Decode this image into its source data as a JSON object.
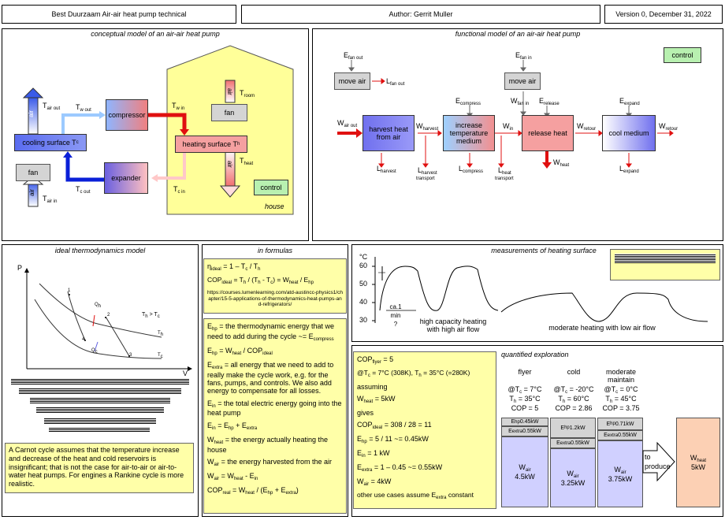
{
  "header": {
    "left": "Best Duurzaam    Air-air heat pump technical",
    "author": "Author: Gerrit Muller",
    "version": "Version 0, December 31, 2022"
  },
  "conceptual": {
    "title": "conceptual model of an air-air heat pump",
    "cooling_surface": "cooling surface T",
    "cooling_sub": "c",
    "compressor": "compressor",
    "expander": "expander",
    "heating_surface": "heating surface T",
    "heating_sub": "h",
    "fan": "fan",
    "fan2": "fan",
    "air": "air",
    "control": "control",
    "house": "house",
    "t_air_out": "T",
    "t_air_out_sub": "air out",
    "t_w_out": "T",
    "t_w_out_sub": "w out",
    "t_w_in": "T",
    "t_w_in_sub": "w in",
    "t_room": "T",
    "t_room_sub": "room",
    "t_heat": "T",
    "t_heat_sub": "heat",
    "t_c_out": "T",
    "t_c_out_sub": "c out",
    "t_c_in": "T",
    "t_c_in_sub": "c in",
    "t_air_in": "T",
    "t_air_in_sub": "air in"
  },
  "functional": {
    "title": "functional model of an air-air heat pump",
    "control": "control",
    "move_air1": "move air",
    "move_air2": "move air",
    "harvest": "harvest heat from air",
    "increase": "increase temperature medium",
    "release": "release heat",
    "cool": "cool medium",
    "e_fan_out": "E",
    "e_fan_out_sub": "fan out",
    "e_fan_in": "E",
    "e_fan_in_sub": "fan in",
    "l_fan_out": "L",
    "l_fan_out_sub": "fan out",
    "w_fan_in": "W",
    "w_fan_in_sub": "fan in",
    "e_compress": "E",
    "e_compress_sub": "compress",
    "e_release": "E",
    "e_release_sub": "release",
    "e_expand": "E",
    "e_expand_sub": "expand",
    "w_air_out": "W",
    "w_air_out_sub": "air out",
    "w_harvest": "W",
    "w_harvest_sub": "harvest",
    "w_in": "W",
    "w_in_sub": "in",
    "w_retour": "W",
    "w_retour_sub": "retour",
    "w_retour2": "W",
    "w_retour2_sub": "retour",
    "w_heat": "W",
    "w_heat_sub": "heat",
    "l_harvest": "L",
    "l_harvest_sub": "harvest",
    "l_harvest_transport": "L",
    "l_harvest_transport_sub": "harvest",
    "transport1": "transport",
    "l_compress": "L",
    "l_compress_sub": "compress",
    "l_heat": "L",
    "l_heat_sub": "heat",
    "transport2": "transport",
    "l_expand": "L",
    "l_expand_sub": "expand"
  },
  "ideal": {
    "title": "ideal thermodynamics model",
    "p": "P",
    "v": "V",
    "th_tc": "T",
    "th_tc_rest": " > T",
    "th_tc_h": "h",
    "th_tc_c": "c",
    "th": "T",
    "th_sub": "h",
    "tc": "T",
    "tc_sub": "c",
    "qh": "Q",
    "qh_sub": "h",
    "qc": "Q",
    "qc_sub": "c",
    "n1": "1",
    "n2": "2",
    "n3": "3",
    "n4": "4",
    "note": "A Carnot cycle assumes that the temperature increase and decrease of the heat and cold reservoirs is insignificant; that is not the case for air-to-air or air-to-water heat pumps. For engines a Rankine cycle is more realistic."
  },
  "formulas": {
    "title": "in formulas",
    "eta": "η",
    "eta_sub": "ideal",
    "eta_rest": " = 1 – T",
    "eta_c": "c",
    "eta_rest2": " / T",
    "eta_h": "h",
    "cop_ideal": "COP",
    "cop_ideal_sub": "ideal",
    "cop_ideal_rest": " = T",
    "cop_h": "h",
    "cop_rest2": " / (T",
    "cop_h2": "h",
    "cop_rest3": " - T",
    "cop_c": "c",
    "cop_rest4": ") = W",
    "cop_heat": "heat",
    "cop_rest5": " / E",
    "cop_hp": "hp",
    "url": "https://courses.lumenlearning.com/atd-austincc-physics1/chapter/15-5-applications-of-thermodynamics-heat-pumps-and-refrigerators/",
    "ehp_def": "E",
    "ehp_def_sub": "hp",
    "ehp_def_rest": " = the thermodynamic energy that we need to add during the cycle ~= E",
    "ehp_def_sub2": "compress",
    "ehp_eq": "E",
    "ehp_eq_sub": "hp",
    "ehp_eq_rest": " = W",
    "ehp_eq_sub2": "heat",
    "ehp_eq_rest2": " / COP",
    "ehp_eq_sub3": "ideal",
    "eextra_def": "E",
    "eextra_def_sub": "extra",
    "eextra_def_rest": " =  all energy that we need to add to really make the cycle work, e.g. for the fans, pumps, and controls. We also add energy to compensate for all losses.",
    "ein_def": "E",
    "ein_def_sub": "in",
    "ein_def_rest": " = the total electric energy going into the heat pump",
    "ein_eq": "E",
    "ein_eq_sub": "in",
    "ein_eq_rest": " = E",
    "ein_eq_sub2": "hp",
    "ein_eq_rest2": " + E",
    "ein_eq_sub3": "extra",
    "wheat_def": "W",
    "wheat_def_sub": "heat",
    "wheat_def_rest": " = the energy actually heating the house",
    "wair_def": "W",
    "wair_def_sub": "air",
    "wair_def_rest": " = the energy harvested from the air",
    "wair_eq": "W",
    "wair_eq_sub": "air",
    "wair_eq_rest": " = W",
    "wair_eq_sub2": "heat",
    "wair_eq_rest2": " - E",
    "wair_eq_sub3": "in",
    "copreal": "COP",
    "copreal_sub": "real",
    "copreal_rest": " = W",
    "copreal_sub2": "heat",
    "copreal_rest2": " / (E",
    "copreal_sub3": "hp",
    "copreal_rest3": " + E",
    "copreal_sub4": "extra",
    "copreal_rest4": ")"
  },
  "measurements": {
    "title": "measurements of heating surface",
    "unit": "°C",
    "y60": "60",
    "y50": "50",
    "y40": "40",
    "y30": "30",
    "ca1": "ca.1",
    "min": "min",
    "q": "?",
    "high": "high capacity heating",
    "high2": "with high air flow",
    "moderate": "moderate heating with low air flow"
  },
  "calc": {
    "l1": "COP",
    "l1_sub": "flyer",
    "l1_rest": " = 5",
    "l2": "@T",
    "l2_sub": "c",
    "l2_rest": " = 7°C (308K), T",
    "l2_sub2": "h",
    "l2_rest2": " = 35°C (=280K)",
    "l3": "assuming",
    "l4": "W",
    "l4_sub": "heat",
    "l4_rest": " = 5kW",
    "l5": "gives",
    "l6": "COP",
    "l6_sub": "ideal",
    "l6_rest": " = 308 / 28 = 11",
    "l7": "E",
    "l7_sub": "hp",
    "l7_rest": " = 5 / 11 ~= 0.45kW",
    "l8": "E",
    "l8_sub": "in",
    "l8_rest": " = 1 kW",
    "l9": "E",
    "l9_sub": "extra",
    "l9_rest": " = 1 – 0.45 ~= 0.55kW",
    "l10": "W",
    "l10_sub": "air",
    "l10_rest": " = 4kW",
    "l11": "other use cases assume E",
    "l11_sub": "extra",
    "l11_rest": " constant"
  },
  "exploration": {
    "title": "quantified exploration",
    "flyer": "flyer",
    "cold": "cold",
    "moderate": "moderate",
    "maintain": "maintain",
    "f_tc": "@T",
    "f_tc_sub": "c",
    "f_tc_rest": " = 7°C",
    "f_th": "T",
    "f_th_sub": "h",
    "f_th_rest": " = 35°C",
    "f_cop": "COP = 5",
    "c_tc": "@T",
    "c_tc_sub": "c",
    "c_tc_rest": " = -20°C",
    "c_th": "T",
    "c_th_sub": "h",
    "c_th_rest": " = 60°C",
    "c_cop": "COP = 2.86",
    "m_tc": "@T",
    "m_tc_sub": "c",
    "m_tc_rest": " = 0°C",
    "m_th": "T",
    "m_th_sub": "h",
    "m_th_rest": " = 45°C",
    "m_cop": "COP = 3.75",
    "f_ehp": "E",
    "f_ehp_sub": "hp",
    "f_ehp_rest": " 0.45kW",
    "f_eex": "E",
    "f_eex_sub": "extra",
    "f_eex_rest": " 0.55kW",
    "f_wair": "W",
    "f_wair_sub": "air",
    "f_wair_val": "4.5kW",
    "c_ehp": "E",
    "c_ehp_sub": "hp",
    "c_ehp_rest": " 1.2kW",
    "c_eex": "E",
    "c_eex_sub": "extra",
    "c_eex_rest": " 0.55kW",
    "c_wair": "W",
    "c_wair_sub": "air",
    "c_wair_val": "3.25kW",
    "m_ehp": "E",
    "m_ehp_sub": "hp",
    "m_ehp_rest": " 0.71kW",
    "m_eex": "E",
    "m_eex_sub": "extra",
    "m_eex_rest": " 0.55kW",
    "m_wair": "W",
    "m_wair_sub": "air",
    "m_wair_val": "3.75kW",
    "to": "to",
    "produce": "produce",
    "wheat": "W",
    "wheat_sub": "heat",
    "wheat_val": "5kW"
  }
}
